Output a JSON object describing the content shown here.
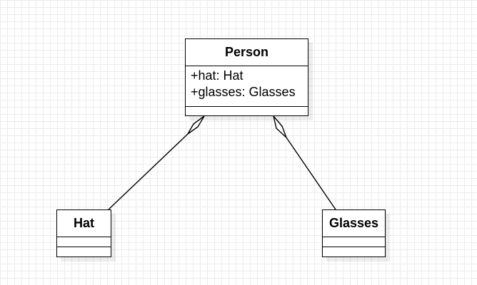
{
  "diagram": {
    "classes": {
      "person": {
        "name": "Person",
        "attributes": [
          "+hat: Hat",
          "+glasses: Glasses"
        ]
      },
      "hat": {
        "name": "Hat",
        "attributes": []
      },
      "glasses": {
        "name": "Glasses",
        "attributes": []
      }
    },
    "relationships": [
      {
        "type": "aggregation",
        "whole": "Person",
        "part": "Hat"
      },
      {
        "type": "aggregation",
        "whole": "Person",
        "part": "Glasses"
      }
    ]
  }
}
